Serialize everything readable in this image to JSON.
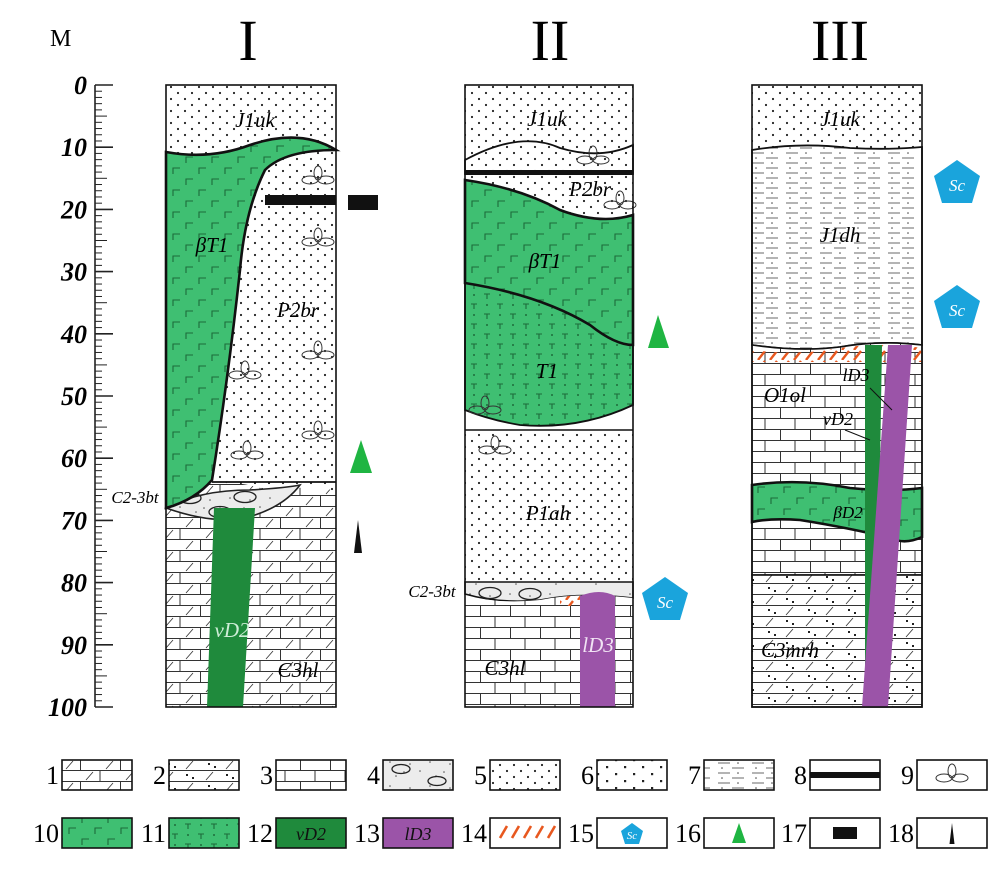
{
  "axis": {
    "unit": "M",
    "ticks": [
      "0",
      "10",
      "20",
      "30",
      "40",
      "50",
      "60",
      "70",
      "80",
      "90",
      "100"
    ]
  },
  "columns": [
    {
      "id": "I",
      "labels": {
        "j1uk": "J1uk",
        "bt1": "βT1",
        "p2br": "P2br",
        "c23bt": "C2-3bt",
        "vd2": "vD2",
        "e3hl": "Є3hl"
      }
    },
    {
      "id": "II",
      "labels": {
        "j1uk": "J1uk",
        "p2br": "P2br",
        "bt1": "βT1",
        "t1": "T1",
        "p1ah": "P1ah",
        "c23bt": "C2-3bt",
        "e3hl": "Є3hl",
        "ld3": "lD3"
      }
    },
    {
      "id": "III",
      "labels": {
        "j1uk": "J1uk",
        "j1dh": "J1dh",
        "o1ol": "O1ol",
        "ld3": "lD3",
        "vd2": "vD2",
        "bd2": "βD2",
        "c3mrh": "Є3mrh"
      }
    }
  ],
  "symbols": {
    "sc": "Sc"
  },
  "legend": [
    {
      "num": "1",
      "type": "dolomite-limestone"
    },
    {
      "num": "2",
      "type": "sandy-dolomite"
    },
    {
      "num": "3",
      "type": "limestone"
    },
    {
      "num": "4",
      "type": "conglomerate"
    },
    {
      "num": "5",
      "type": "fine-sandstone"
    },
    {
      "num": "6",
      "type": "coarse-sandstone"
    },
    {
      "num": "7",
      "type": "siltstone"
    },
    {
      "num": "8",
      "type": "coal-bed"
    },
    {
      "num": "9",
      "type": "plant-fossil"
    },
    {
      "num": "10",
      "type": "basalt"
    },
    {
      "num": "11",
      "type": "tuff"
    },
    {
      "num": "12",
      "type": "dolerite-dike",
      "text": "vD2"
    },
    {
      "num": "13",
      "type": "lamprophyre-dike",
      "text": "lD3"
    },
    {
      "num": "14",
      "type": "weathering"
    },
    {
      "num": "15",
      "type": "scandium",
      "text": "Sc"
    },
    {
      "num": "16",
      "type": "green-triangle"
    },
    {
      "num": "17",
      "type": "black-bar"
    },
    {
      "num": "18",
      "type": "spike"
    }
  ],
  "colors": {
    "basalt": "#3fbf72",
    "dike": "#1f8a3c",
    "lamprophyre": "#9b54a8",
    "scandium": "#1aa4dc",
    "weathering": "#e8581f"
  }
}
